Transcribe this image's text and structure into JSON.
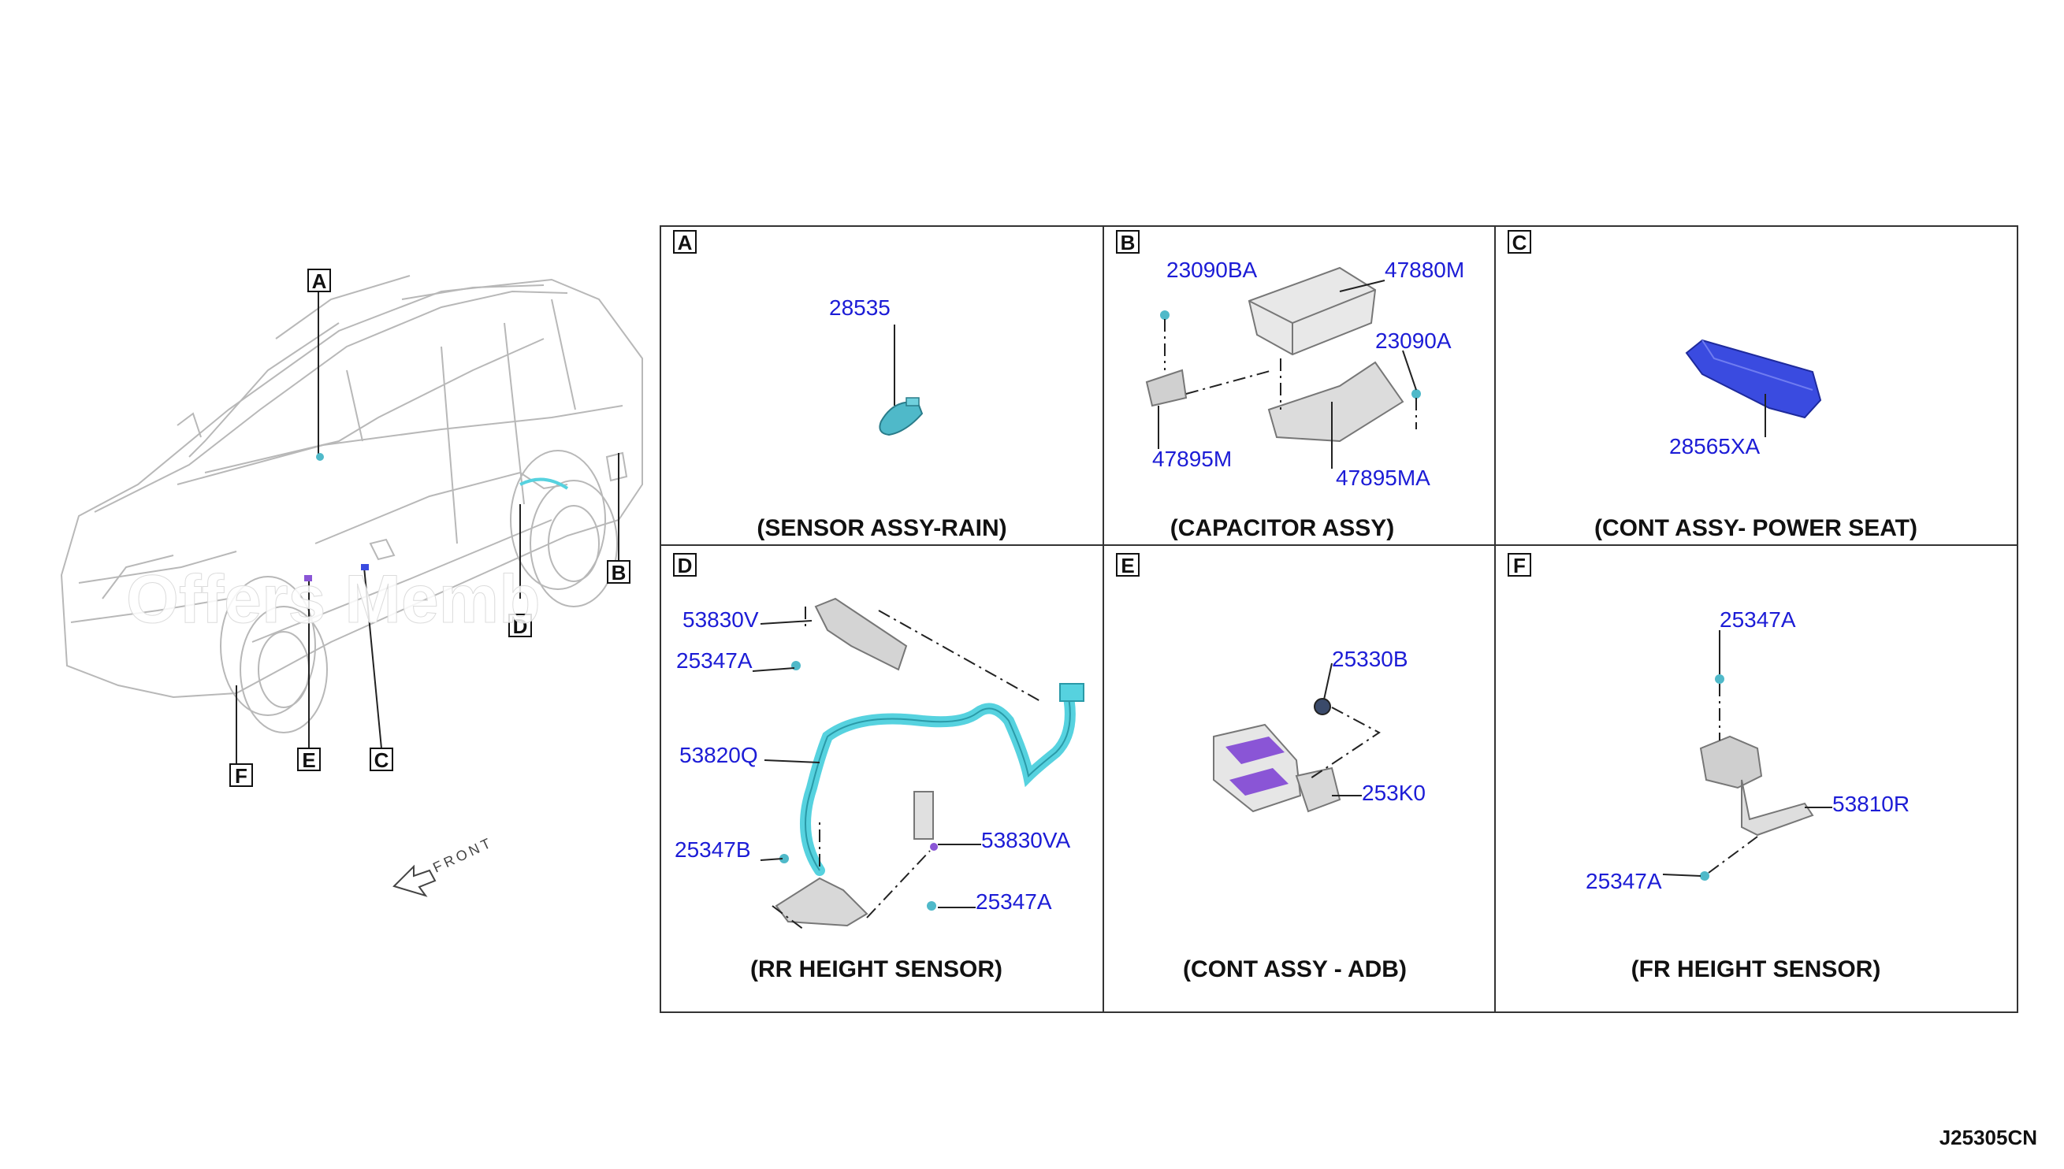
{
  "diagram_code": "J25305CN",
  "watermark": "Offers Memb",
  "overview": {
    "front_label": "FRONT",
    "callouts": [
      "A",
      "B",
      "C",
      "D",
      "E",
      "F"
    ]
  },
  "panels": [
    {
      "letter": "A",
      "caption": "(SENSOR ASSY-RAIN)",
      "parts": [
        "28535"
      ]
    },
    {
      "letter": "B",
      "caption": "(CAPACITOR ASSY)",
      "parts": [
        "23090BA",
        "47880M",
        "23090A",
        "47895M",
        "47895MA"
      ]
    },
    {
      "letter": "C",
      "caption": "(CONT ASSY- POWER SEAT)",
      "parts": [
        "28565XA"
      ]
    },
    {
      "letter": "D",
      "caption": "(RR HEIGHT SENSOR)",
      "parts": [
        "53830V",
        "25347A",
        "53820Q",
        "25347B",
        "53830VA",
        "25347A"
      ]
    },
    {
      "letter": "E",
      "caption": "(CONT ASSY - ADB)",
      "parts": [
        "25330B",
        "253K0"
      ]
    },
    {
      "letter": "F",
      "caption": "(FR HEIGHT  SENSOR)",
      "parts": [
        "25347A",
        "53810R",
        "25347A"
      ]
    }
  ],
  "colors": {
    "part_number": "#1c1cd6",
    "rain_sensor": "#4fb9c9",
    "height_sensor_harness": "#56d2df",
    "power_seat_module": "#3a4be0",
    "adb_label": "#8a55d6"
  }
}
